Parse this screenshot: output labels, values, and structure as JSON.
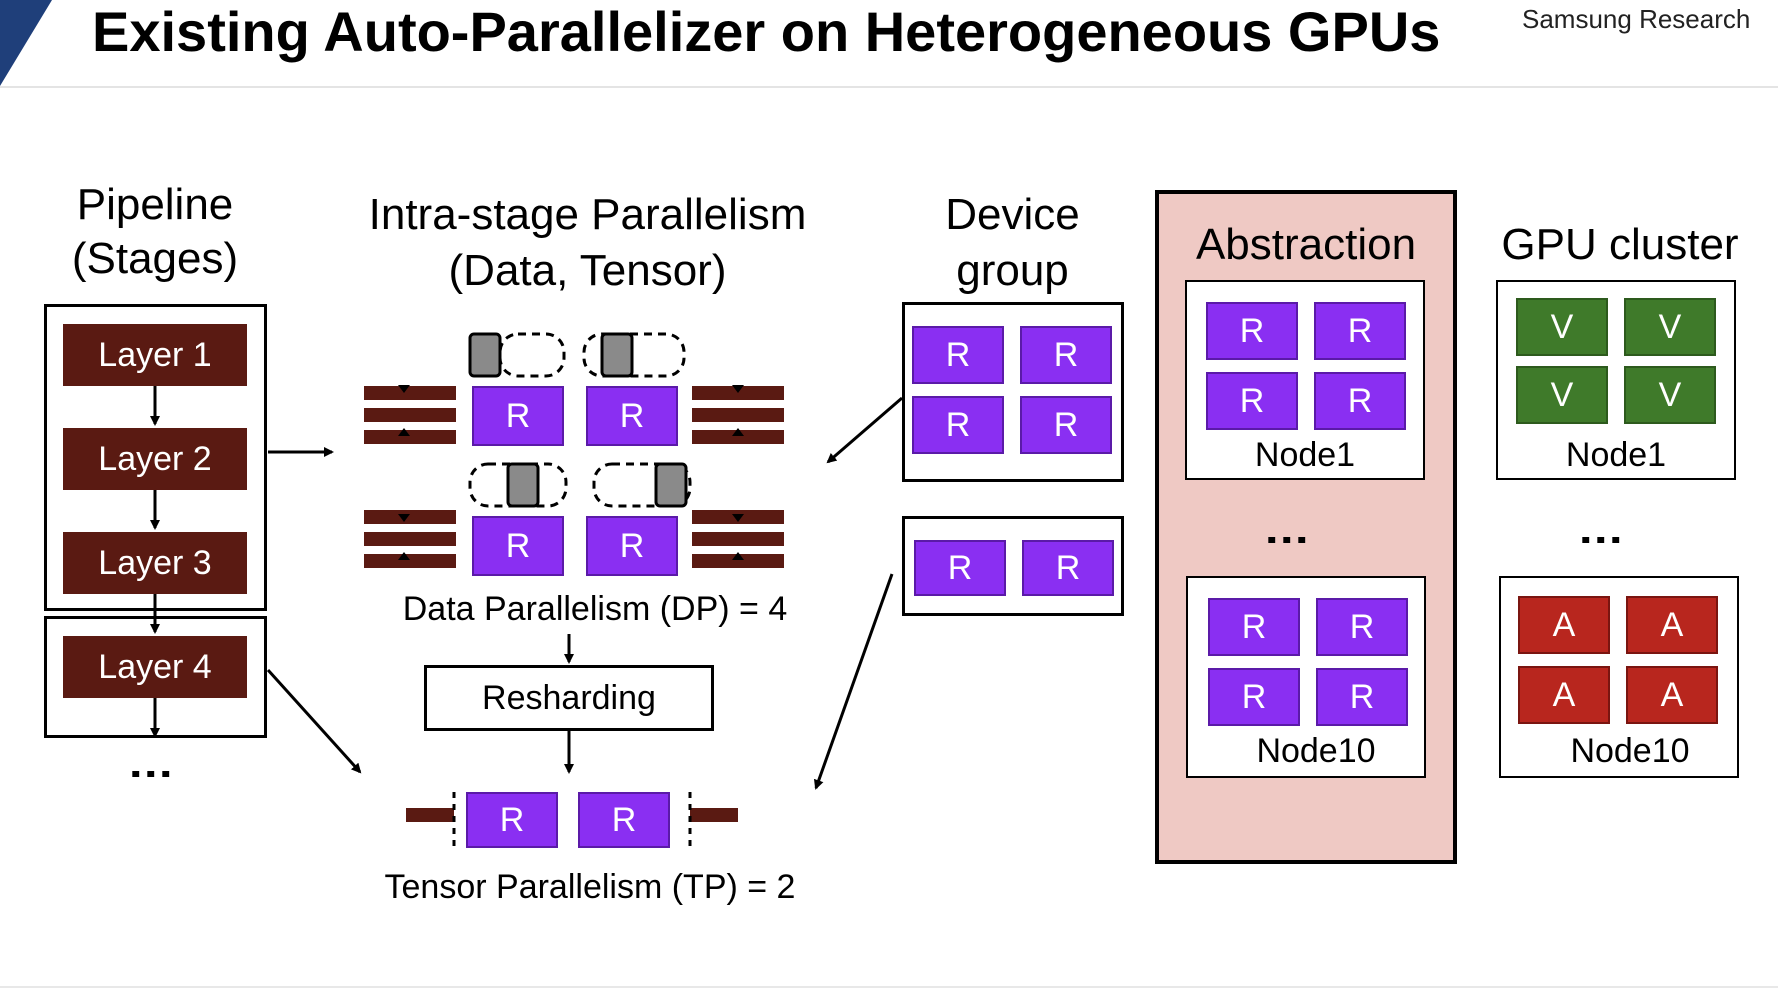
{
  "title": "Existing Auto-Parallelizer on Heterogeneous GPUs",
  "brand": "Samsung Research",
  "colors": {
    "layer": "#5a1a12",
    "r_unit": "#8a2ff2",
    "v_unit": "#3f7a2a",
    "a_unit": "#b8261e",
    "abstraction_bg": "#efc9c4"
  },
  "pipeline": {
    "header_line1": "Pipeline",
    "header_line2": "(Stages)",
    "layers": [
      "Layer 1",
      "Layer 2",
      "Layer 3",
      "Layer 4"
    ],
    "more": "⋮"
  },
  "intra": {
    "header_line1": "Intra-stage Parallelism",
    "header_line2": "(Data, Tensor)",
    "dp_units": [
      "R",
      "R",
      "R",
      "R"
    ],
    "dp_label": "Data Parallelism (DP) = 4",
    "reshard_label": "Resharding",
    "tp_units": [
      "R",
      "R"
    ],
    "tp_label": "Tensor Parallelism (TP) = 2"
  },
  "device_group": {
    "header_line1": "Device",
    "header_line2": "group",
    "group1": [
      "R",
      "R",
      "R",
      "R"
    ],
    "group2": [
      "R",
      "R"
    ]
  },
  "abstraction": {
    "header": "Abstraction",
    "node1_units": [
      "R",
      "R",
      "R",
      "R"
    ],
    "node1_label": "Node1",
    "more": "⋮",
    "node10_units": [
      "R",
      "R",
      "R",
      "R"
    ],
    "node10_label": "Node10"
  },
  "cluster": {
    "header": "GPU cluster",
    "node1_units": [
      "V",
      "V",
      "V",
      "V"
    ],
    "node1_label": "Node1",
    "more": "⋮",
    "node10_units": [
      "A",
      "A",
      "A",
      "A"
    ],
    "node10_label": "Node10"
  }
}
